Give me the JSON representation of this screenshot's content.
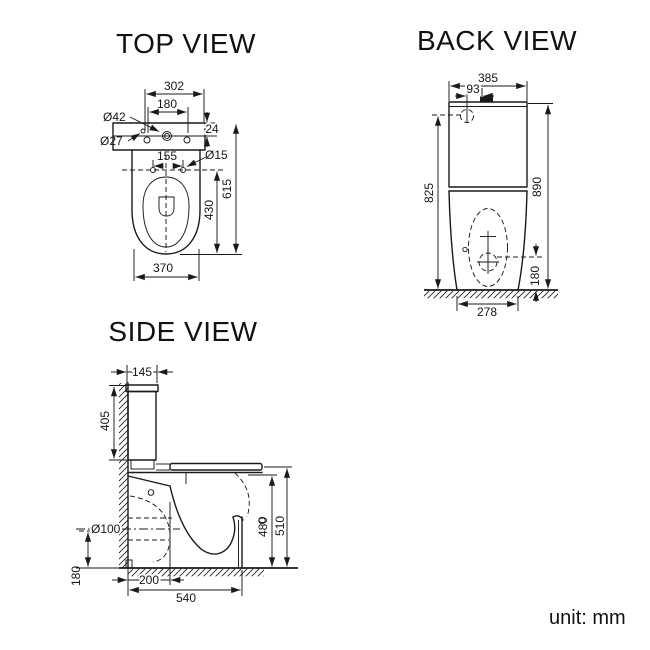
{
  "drawing": {
    "unit_note": "unit: mm",
    "line_color": "#1a1a1a",
    "views": {
      "top": {
        "title": "TOP VIEW",
        "dims": {
          "lid_width": "302",
          "hole_spacing": "180",
          "inlet_hole_dia": "Ø42",
          "corner_hole_dia": "Ø27",
          "hole_offset": "24",
          "seat_hole_spacing": "155",
          "seat_hole_dia": "Ø15",
          "overall_length": "615",
          "bowl_length": "430",
          "bowl_width": "370"
        }
      },
      "back": {
        "title": "BACK VIEW",
        "dims": {
          "tank_width": "385",
          "button_offset": "93",
          "inlet_height": "825",
          "overall_height": "890",
          "outlet_height": "180",
          "base_width": "278"
        }
      },
      "side": {
        "title": "SIDE VIEW",
        "dims": {
          "tank_depth": "145",
          "tank_height": "405",
          "outlet_dia": "Ø100",
          "outlet_height": "180",
          "outlet_setback": "200",
          "overall_depth": "540",
          "rim_height": "480",
          "seat_height": "510"
        }
      }
    }
  }
}
